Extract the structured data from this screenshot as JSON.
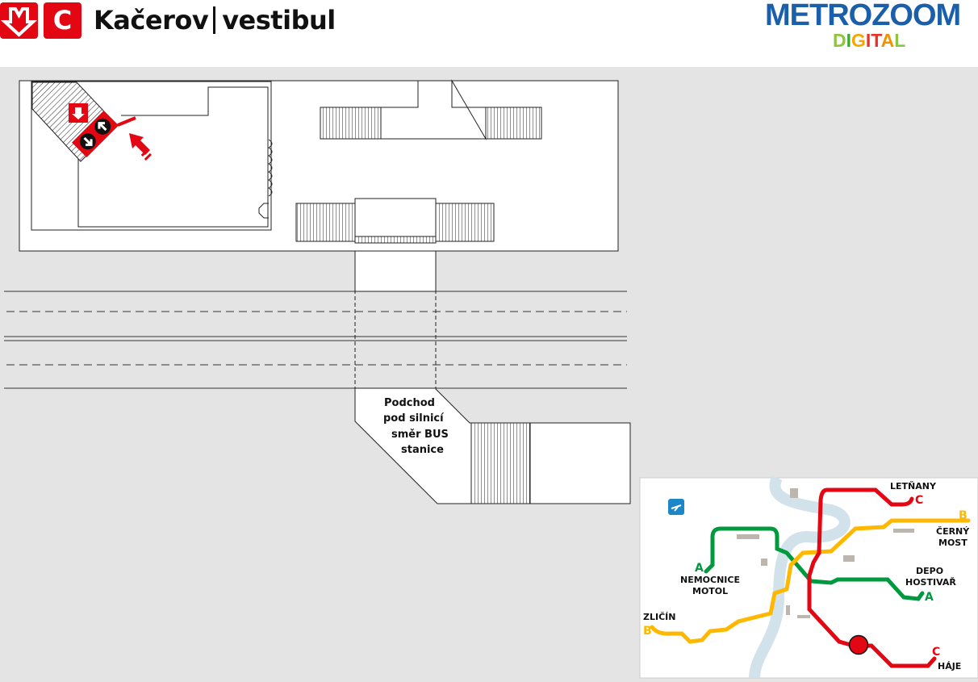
{
  "header": {
    "line_badge": "C",
    "station": "Kačerov",
    "section": "vestibul",
    "brand": "METROZOOM",
    "brand_sub": [
      "D",
      "I",
      "G",
      "I",
      "T",
      "A",
      "L"
    ],
    "brand_sub_colors": [
      "#8cc63f",
      "#3aaa35",
      "#f7a600",
      "#e6332a",
      "#e6332a",
      "#f39200",
      "#8cc63f"
    ]
  },
  "plan": {
    "underpass_label": [
      "Podchod",
      "pod silnicí",
      "směr BUS",
      "stanice"
    ]
  },
  "network_map": {
    "lines": {
      "A": {
        "color": "#009a3e",
        "termini": [
          "NEMOCNICE MOTOL",
          "DEPO HOSTIVAŘ"
        ]
      },
      "B": {
        "color": "#ffb800",
        "termini": [
          "ZLIČÍN",
          "ČERNÝ MOST"
        ]
      },
      "C": {
        "color": "#e30613",
        "termini": [
          "LETŇANY",
          "HÁJE"
        ]
      }
    },
    "labels": {
      "letnany": "LETŇANY",
      "letnany_line": "C",
      "cerny1": "ČERNÝ",
      "cerny2": "MOST",
      "cerny_line": "B",
      "depo1": "DEPO",
      "depo2": "HOSTIVAŘ",
      "depo_line": "A",
      "haje": "HÁJE",
      "haje_line": "C",
      "motol1": "NEMOCNICE",
      "motol2": "MOTOL",
      "motol_line": "A",
      "zlicin": "ZLIČÍN",
      "zlicin_line": "B"
    },
    "current_station_color": "#e30613"
  }
}
